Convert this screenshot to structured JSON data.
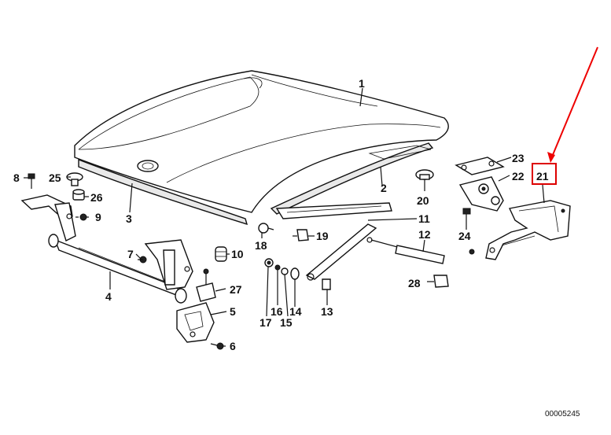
{
  "labels": {
    "p1": "1",
    "p2": "2",
    "p3": "3",
    "p4": "4",
    "p5": "5",
    "p6": "6",
    "p7": "7",
    "p8": "8",
    "p9": "9",
    "p10": "10",
    "p11": "11",
    "p12": "12",
    "p13": "13",
    "p14": "14",
    "p15": "15",
    "p16": "16",
    "p17": "17",
    "p18": "18",
    "p19": "19",
    "p20": "20",
    "p21": "21",
    "p22": "22",
    "p23": "23",
    "p24": "24",
    "p25": "25",
    "p26": "26",
    "p27": "27",
    "p28": "28"
  },
  "highlight": {
    "part": "21",
    "box_color": "#dd0000",
    "arrow_color": "#ee0000"
  },
  "diagram_code": "00005245"
}
